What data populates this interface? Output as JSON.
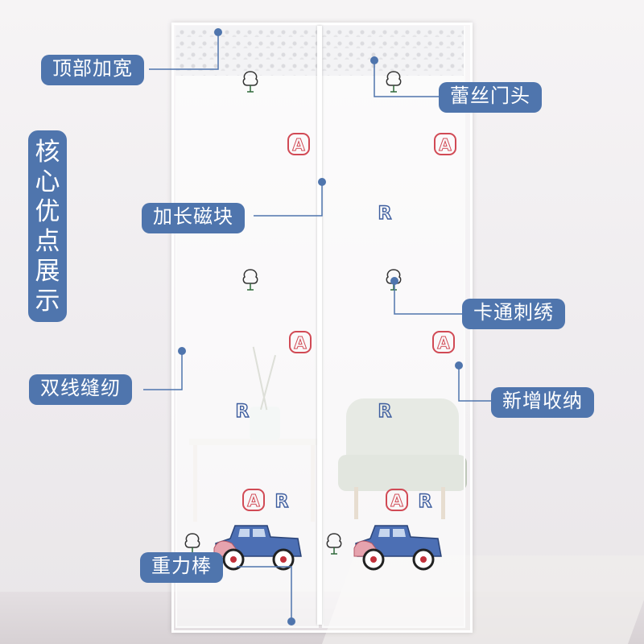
{
  "callouts": {
    "top_widen": "顶部加宽",
    "lace_header": "蕾丝门头",
    "long_magnet": "加长磁块",
    "cartoon_embroidery": "卡通刺绣",
    "double_stitch": "双线缝纫",
    "new_storage": "新增收纳",
    "gravity_rod": "重力棒"
  },
  "side_title_chars": [
    "核",
    "心",
    "优",
    "点",
    "展",
    "示"
  ],
  "embroidery_letters": {
    "a": "A",
    "r": "R"
  },
  "colors": {
    "label_bg": "#4f75ad",
    "leader_line": "#4f75ad",
    "letter_a": "#d14a55",
    "letter_r": "#3c5c9e",
    "car_body": "#4c6fb4",
    "car_fender": "#e6a3ae"
  },
  "icons": [
    "tree-embroidery-icon",
    "car-embroidery-icon"
  ]
}
